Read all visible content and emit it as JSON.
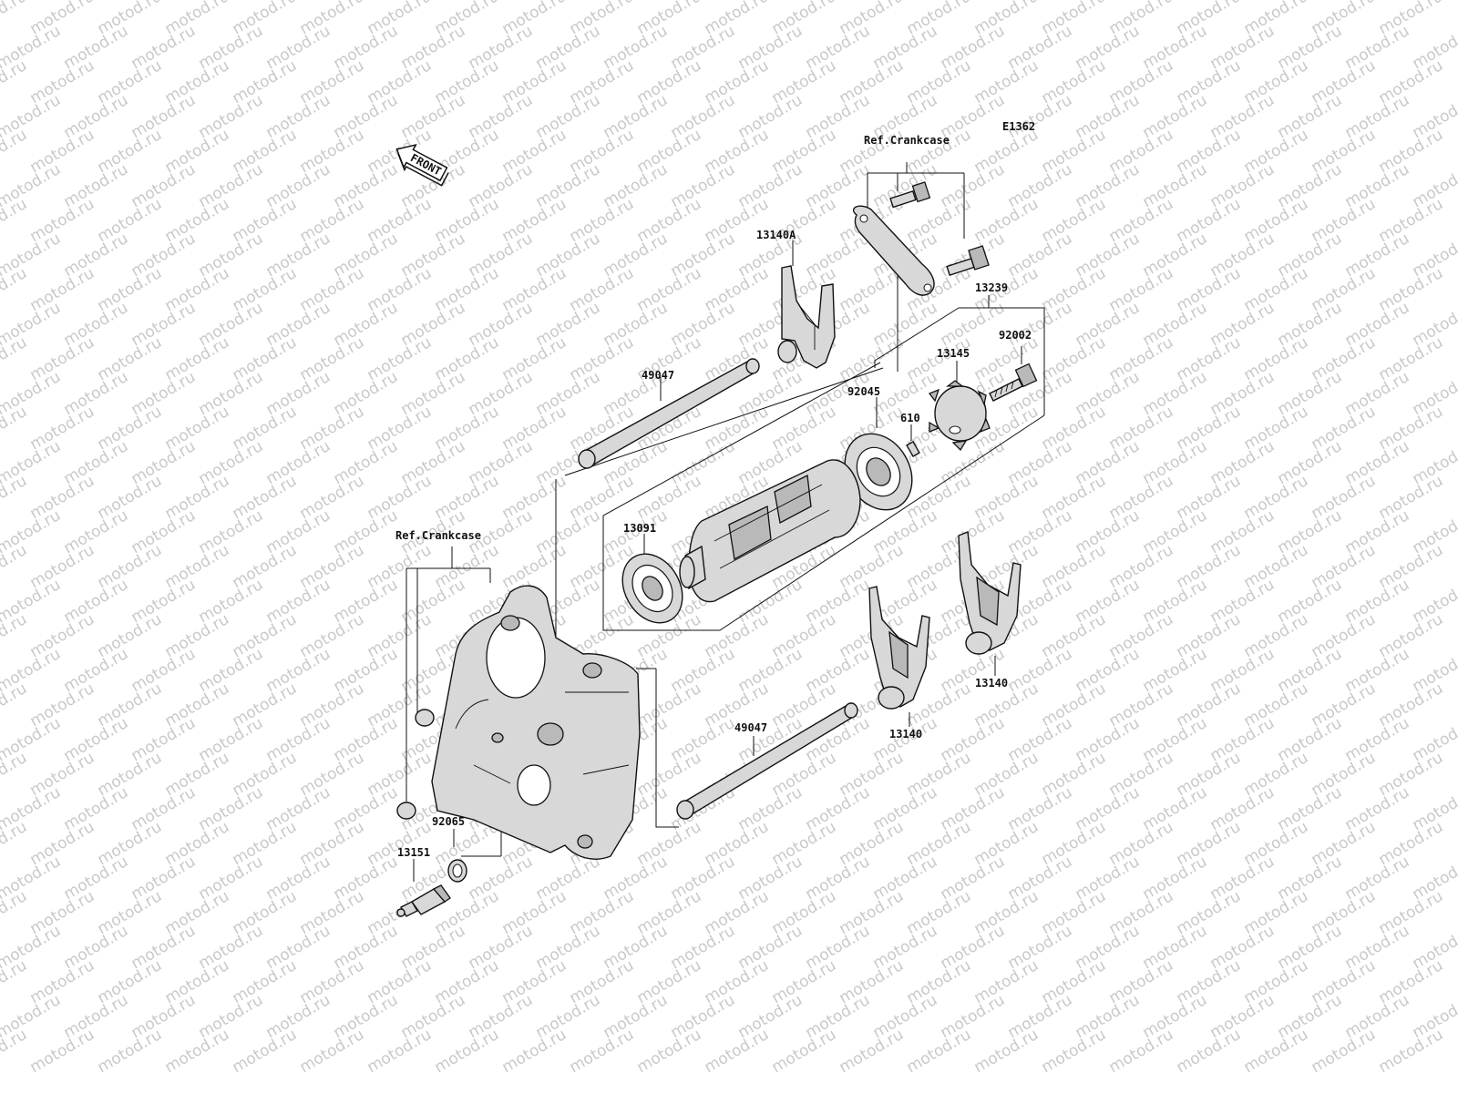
{
  "diagram_code": "E1362",
  "front_arrow_label": "FRONT",
  "watermark": "motod.ru",
  "callouts": {
    "ref_crankcase_top": "Ref.Crankcase",
    "ref_crankcase_left": "Ref.Crankcase",
    "c13140A": "13140A",
    "c13239": "13239",
    "c92002": "92002",
    "c13145": "13145",
    "c49047_top": "49047",
    "c92045": "92045",
    "c610": "610",
    "c13091": "13091",
    "c13140_right": "13140",
    "c13140_mid": "13140",
    "c49047_bottom": "49047",
    "c92065": "92065",
    "c13151": "13151"
  }
}
